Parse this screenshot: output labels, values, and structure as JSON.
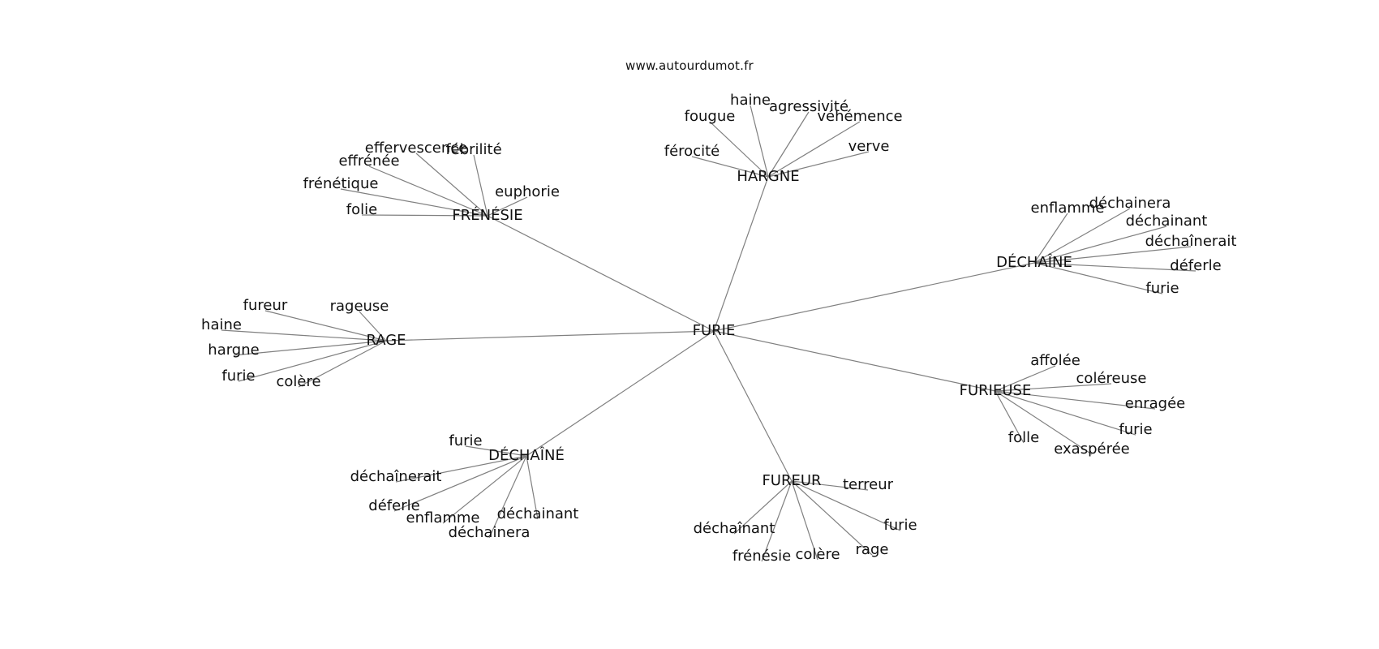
{
  "caption": "www.autourdumot.fr",
  "colors": {
    "edge": "#808080",
    "text": "#111111",
    "background": "#ffffff"
  },
  "graph": {
    "root": "FURIE",
    "clusters": [
      {
        "hub": "HARGNE",
        "leaves": [
          "haine",
          "fougue",
          "agressivité",
          "véhémence",
          "férocité",
          "verve"
        ]
      },
      {
        "hub": "FRÉNÉSIE",
        "leaves": [
          "effervescence",
          "fébrilité",
          "effrénée",
          "frénétique",
          "euphorie",
          "folie"
        ]
      },
      {
        "hub": "DÉCHAÎNE",
        "leaves": [
          "enflamme",
          "déchainera",
          "déchainant",
          "déchaînerait",
          "déferle",
          "furie"
        ]
      },
      {
        "hub": "RAGE",
        "leaves": [
          "fureur",
          "rageuse",
          "haine",
          "hargne",
          "furie",
          "colère"
        ]
      },
      {
        "hub": "FURIEUSE",
        "leaves": [
          "affolée",
          "coléreuse",
          "enragée",
          "furie",
          "folle",
          "exaspérée"
        ]
      },
      {
        "hub": "DÉCHAÎNÉ",
        "leaves": [
          "furie",
          "déchaînerait",
          "déferle",
          "enflamme",
          "déchainant",
          "déchainera"
        ]
      },
      {
        "hub": "FUREUR",
        "leaves": [
          "terreur",
          "déchaînant",
          "furie",
          "frénésie",
          "colère",
          "rage"
        ]
      }
    ]
  }
}
